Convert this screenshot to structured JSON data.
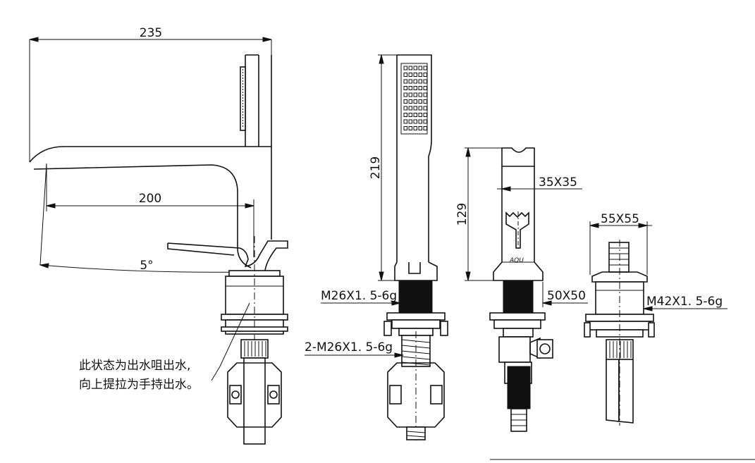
{
  "dimensions": {
    "total_length": "235",
    "spout_reach": "200",
    "spout_angle": "5°",
    "handshower_length": "219",
    "handshower_thread": "M26X1. 5-6g",
    "handshower_hose_thread": "2-M26X1. 5-6g",
    "diverter_height": "129",
    "diverter_top_size": "35X35",
    "diverter_base_size": "50X50",
    "valve_size": "55X55",
    "valve_thread": "M42X1. 5-6g"
  },
  "notes": {
    "line1": "此状态为出水咀出水,",
    "line2": "向上提拉为手持出水。"
  },
  "logo": "AQU"
}
